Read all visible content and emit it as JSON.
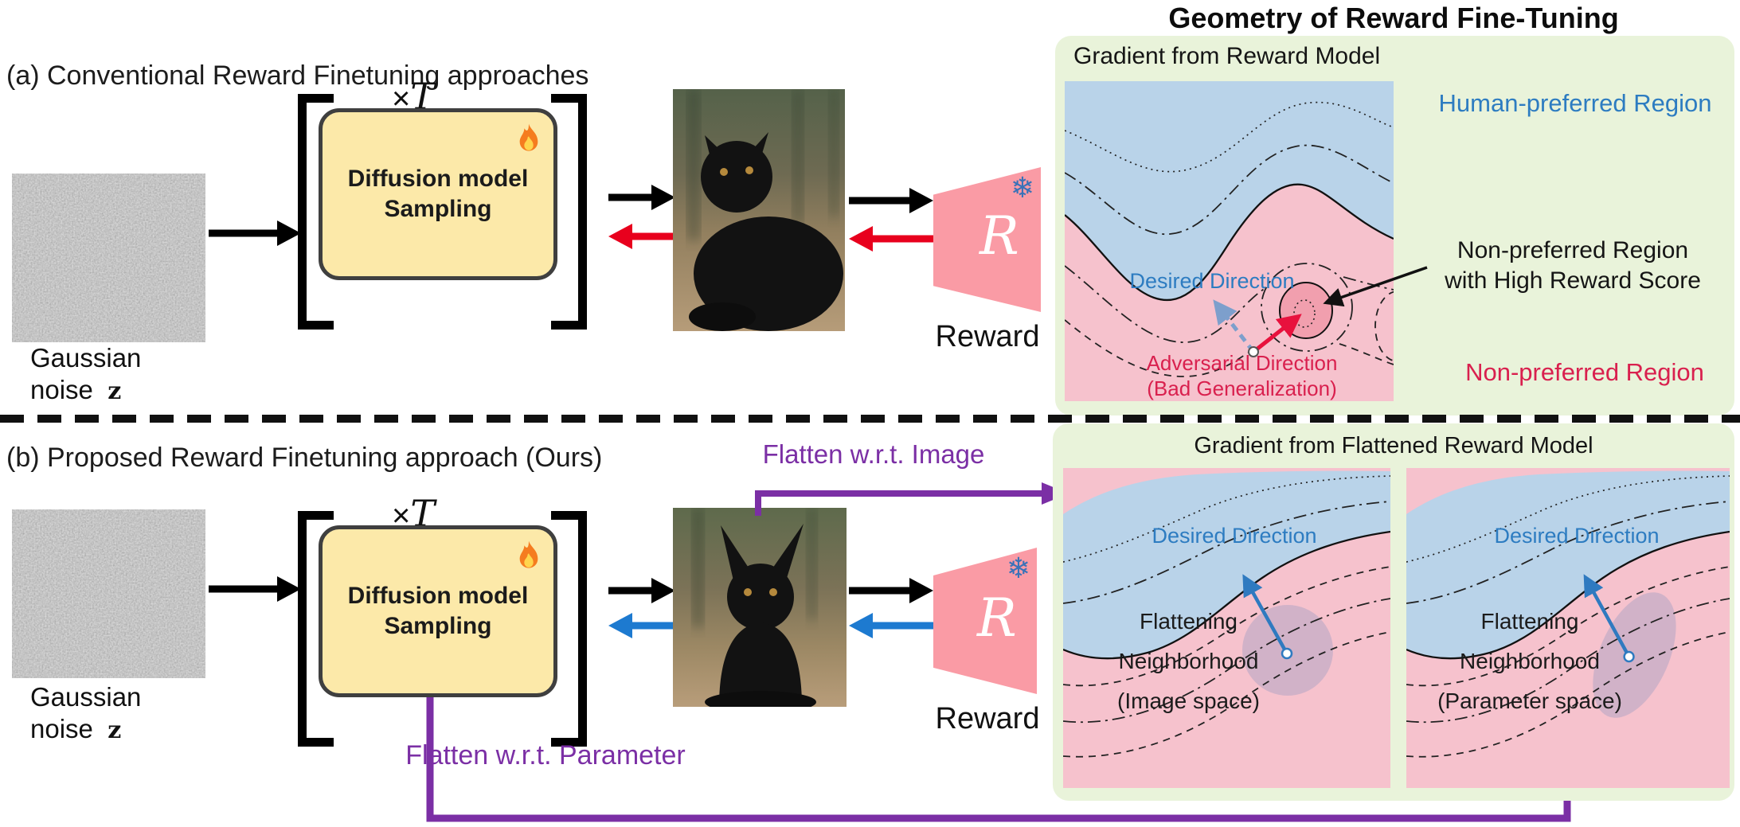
{
  "figure_title": "Geometry of Reward Fine-Tuning",
  "row_a": {
    "label": "(a) Conventional Reward Finetuning approaches"
  },
  "row_b": {
    "label": "(b) Proposed Reward Finetuning approach (Ours)",
    "flatten_image": "Flatten w.r.t. Image",
    "flatten_param": "Flatten w.r.t. Parameter"
  },
  "shared": {
    "noise_line1": "Gaussian",
    "noise_line2": "noise",
    "noise_symbol": "z",
    "loop_times": "×",
    "loop_var": "T",
    "box_line1": "Diffusion model",
    "box_line2": "Sampling",
    "reward_letter": "R",
    "reward_label": "Reward",
    "snowflake_icon": "❄",
    "fire_icon": "🔥"
  },
  "panel_top": {
    "header": "Gradient from Reward Model",
    "human_region": "Human-preferred Region",
    "nonpref_high_1": "Non-preferred Region",
    "nonpref_high_2": "with High Reward Score",
    "nonpref_region": "Non-preferred Region",
    "desired": "Desired Direction",
    "adversarial_1": "Adversarial Direction",
    "adversarial_2": "(Bad Generalization)"
  },
  "panel_bottom": {
    "header": "Gradient from Flattened Reward Model",
    "desired": "Desired Direction",
    "image_nb": [
      "Flattening",
      "Neighborhood",
      "(Image space)"
    ],
    "param_nb": [
      "Flattening",
      "Neighborhood",
      "(Parameter space)"
    ]
  },
  "colors": {
    "accent_blue": "#2d7cc1",
    "accent_crimson": "#d9204e",
    "accent_purple": "#7b2fa5",
    "panel_green": "#e9f3da",
    "region_blue": "#b9d3e9",
    "region_pink": "#f6c2cd",
    "region_pink_dark": "#f19fae",
    "box_yellow": "#fce9a9",
    "reward_pink": "#fa9ba5",
    "arrow_red": "#e8001d",
    "arrow_blue": "#1d7ad0"
  }
}
